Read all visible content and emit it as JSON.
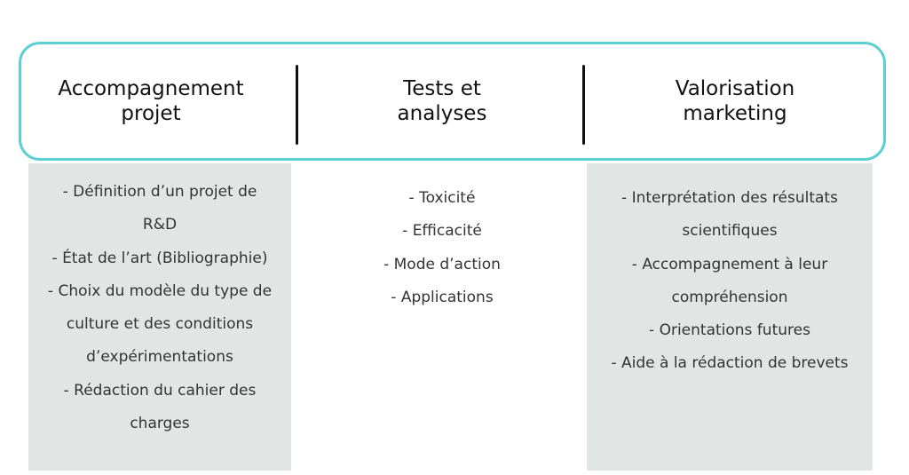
{
  "columns": [
    {
      "title_line1": "Accompagnement",
      "title_line2": "projet",
      "lines": [
        "- Définition d’un projet de",
        "R&D",
        "- État de l’art (Bibliographie)",
        "- Choix du modèle du type de",
        "culture et des conditions",
        "d’expérimentations",
        "- Rédaction du cahier des",
        "charges"
      ]
    },
    {
      "title_line1": "Tests et",
      "title_line2": "analyses",
      "lines": [
        "- Toxicité",
        "- Efficacité",
        "- Mode d’action",
        "- Applications"
      ]
    },
    {
      "title_line1": "Valorisation",
      "title_line2": "marketing",
      "lines": [
        "- Interprétation des résultats",
        "scientifiques",
        "- Accompagnement à leur",
        "compréhension",
        "- Orientations futures",
        "- Aide à la rédaction de brevets"
      ]
    }
  ],
  "colors": {
    "header_border": "#5ccfd2",
    "panel_background": "#e1e6e5",
    "divider": "#111111"
  }
}
